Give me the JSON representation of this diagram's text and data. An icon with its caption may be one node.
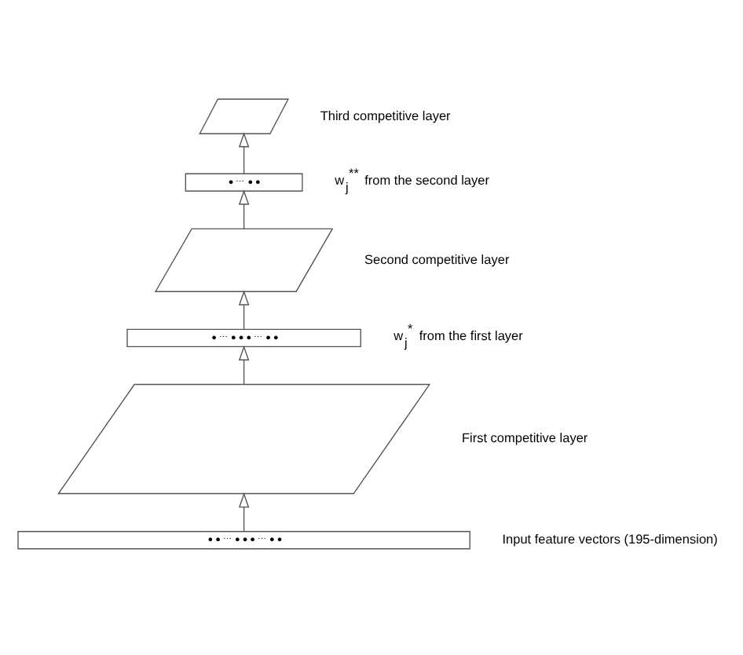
{
  "diagram": {
    "nodes": [
      {
        "text": [],
        "shape": "parallelogram",
        "beside": [
          "Third competitive layer"
        ]
      },
      {
        "text": [
          "● ⋯ ● ●"
        ],
        "beside": [
          "w$_{j}$$^{**}$ from the second layer"
        ]
      },
      {
        "text": [],
        "shape": "parallelogram",
        "beside": [
          "Second competitive layer"
        ]
      },
      {
        "text": [
          "● ⋯ ● ● ● ⋯ ● ●"
        ],
        "beside": [
          "w$_{j}$$^{*}$ from the first layer"
        ]
      },
      {
        "text": [],
        "shape": "parallelogram",
        "beside": [
          "First competitive layer"
        ]
      },
      {
        "text": [
          "● ● ⋯ ● ● ● ⋯ ● ●"
        ],
        "beside": [
          "Input feature vectors (195-dimension)"
        ]
      }
    ],
    "edges": [
      {
        "from": 5,
        "to": 4,
        "arrow": "to"
      },
      {
        "from": 4,
        "to": 3,
        "arrow": "to"
      },
      {
        "from": 3,
        "to": 2,
        "arrow": "to"
      },
      {
        "from": 2,
        "to": 1,
        "arrow": "to"
      },
      {
        "from": 1,
        "to": 0,
        "arrow": "to"
      }
    ]
  }
}
